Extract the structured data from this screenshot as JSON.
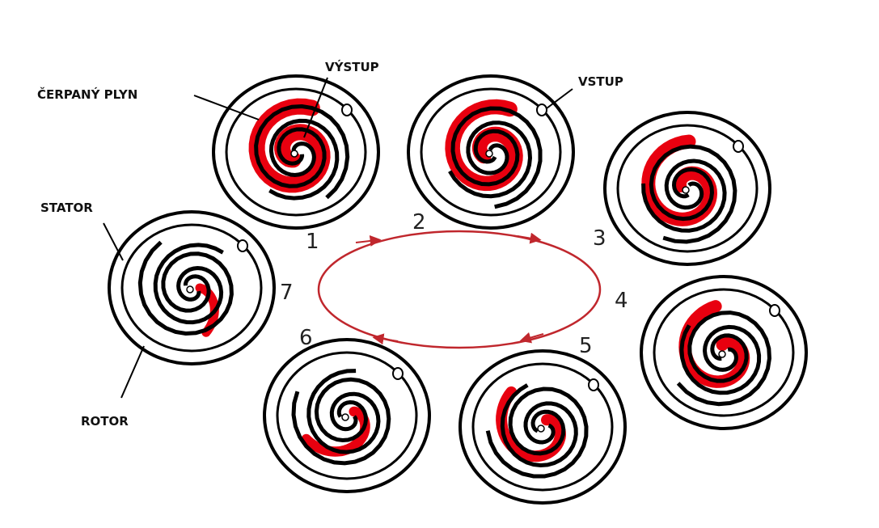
{
  "labels": {
    "gas": "ČERPANÝ PLYN",
    "outlet": "VÝSTUP",
    "inlet": "VSTUP",
    "stator": "STATOR",
    "rotor": "ROTOR"
  },
  "stages": [
    "1",
    "2",
    "3",
    "4",
    "5",
    "6",
    "7"
  ],
  "colors": {
    "gas": "#e8000f",
    "cycle": "#c0272d",
    "ink": "#000000"
  }
}
